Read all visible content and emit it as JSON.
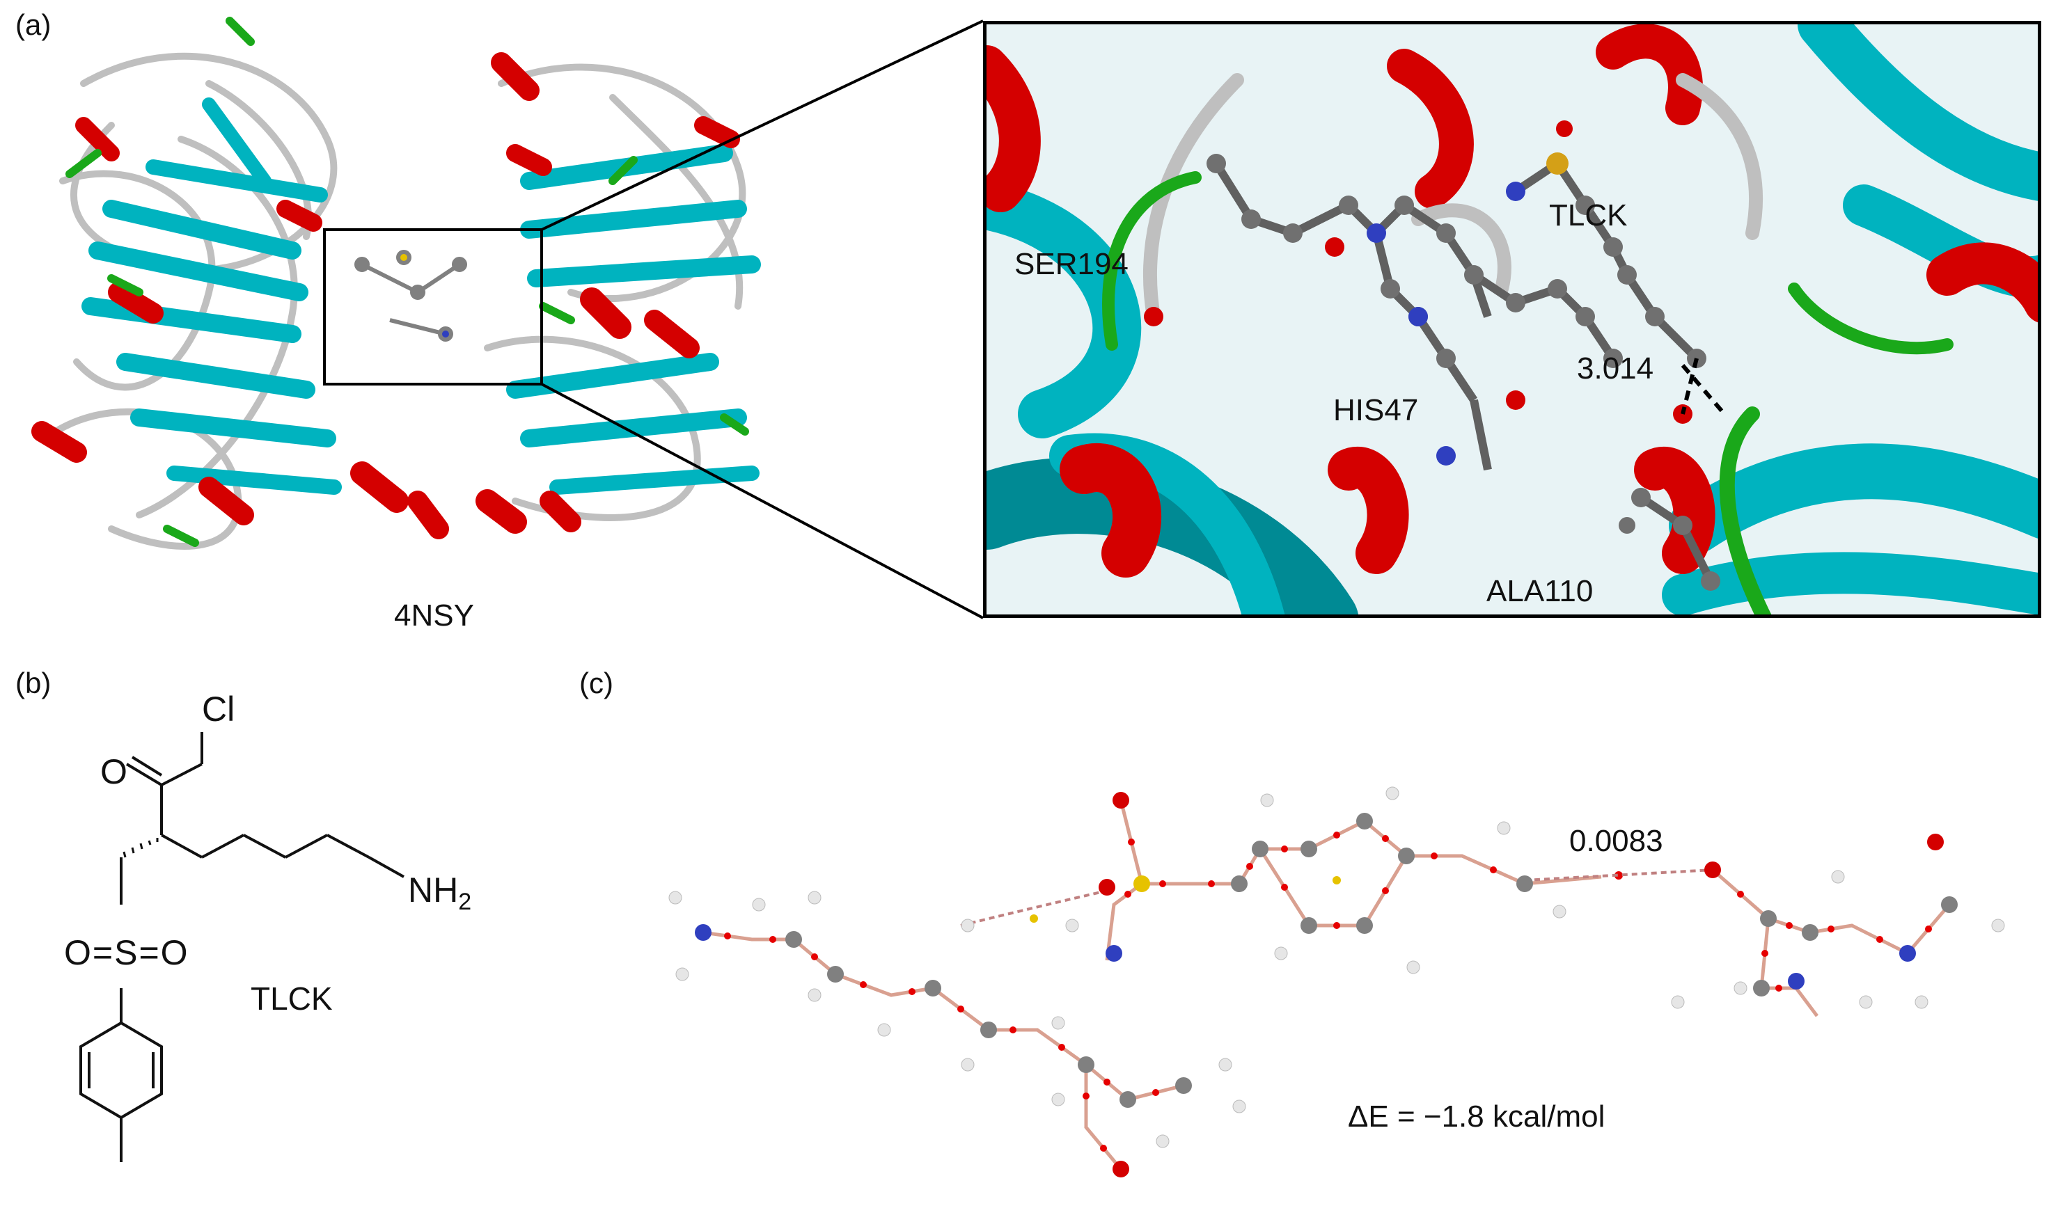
{
  "figure": {
    "panel_a": {
      "label": "(a)",
      "pdb_id": "4NSY",
      "zoom_labels": {
        "ser": "SER194",
        "ligand": "TLCK",
        "his": "HIS47",
        "ala": "ALA110",
        "distance": "3.014"
      }
    },
    "panel_b": {
      "label": "(b)",
      "atoms": {
        "chlorine": "Cl",
        "oxygen_carbonyl": "O",
        "amine": "NH",
        "amine_subscript": "2",
        "sulfonyl": "O=S=O"
      },
      "name": "TLCK"
    },
    "panel_c": {
      "label": "(c)",
      "interaction_value": "0.0083",
      "energy": "ΔE = −1.8 kcal/mol"
    }
  },
  "colors": {
    "helix": "#d40000",
    "sheet": "#00b3bf",
    "turn": "#1aa81a",
    "coil": "#bfbfbf",
    "carbon": "#808080",
    "oxygen": "#d40000",
    "nitrogen": "#2f3fbf",
    "sulfur": "#e6c200",
    "hydrogen": "#e0e0e0",
    "bond": "#d9a090",
    "critical_point": "#e60000"
  }
}
